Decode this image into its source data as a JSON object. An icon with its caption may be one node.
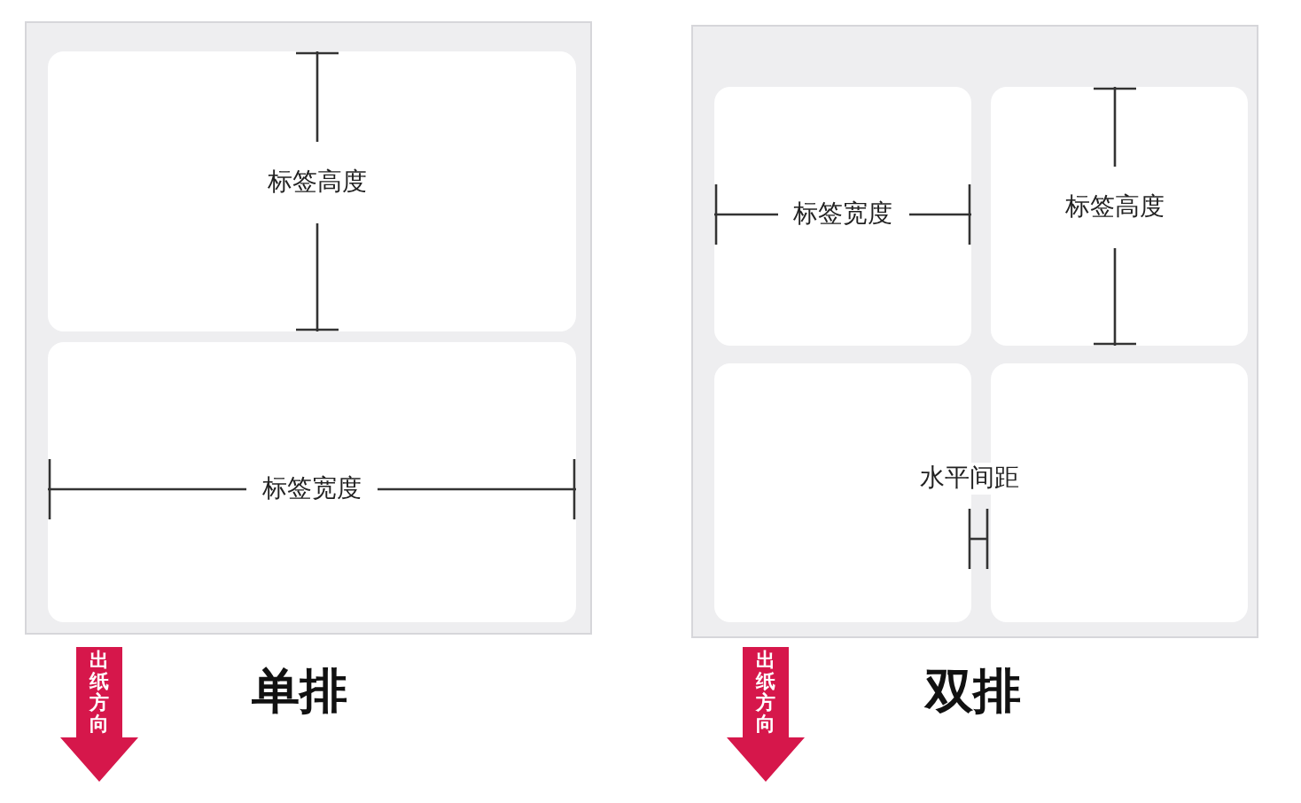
{
  "diagram": {
    "nodes": [
      {
        "text": [],
        "shape": "box"
      },
      {
        "text": [
          "标签高度"
        ],
        "in": 0
      },
      {
        "text": [
          "标签宽度"
        ],
        "in": 0
      },
      {
        "text": [],
        "shape": "box"
      },
      {
        "text": [
          "标签宽度"
        ],
        "in": 3
      },
      {
        "text": [
          "标签高度"
        ],
        "in": 3
      },
      {
        "text": [],
        "shape": "box",
        "in": 3
      },
      {
        "text": [],
        "shape": "box",
        "in": 3
      }
    ],
    "edges": [],
    "labels": [
      "水平间距",
      "出纸方向",
      "单排",
      "出纸方向",
      "双排"
    ]
  }
}
